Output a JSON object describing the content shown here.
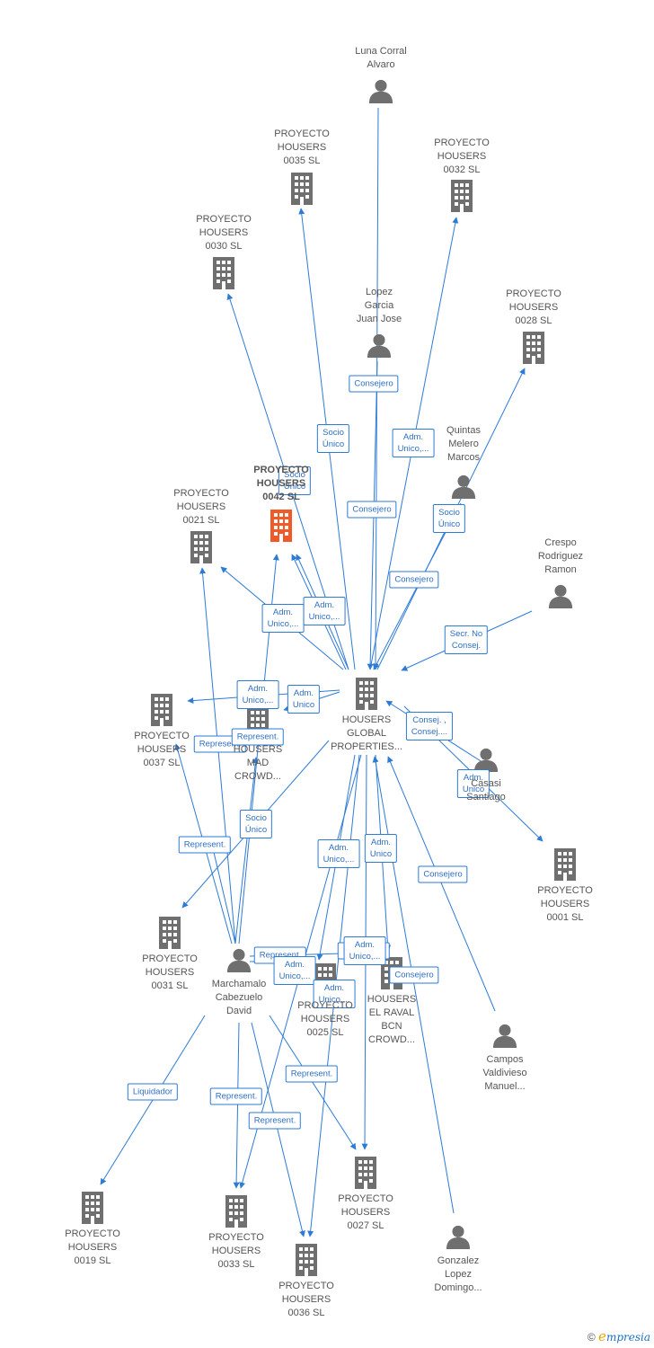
{
  "colors": {
    "edge": "#2e7bd6",
    "building": "#6f6f6f",
    "highlight": "#f05a28",
    "person": "#6f6f6f"
  },
  "nodes": [
    {
      "id": "luna",
      "type": "person",
      "label": "Luna Corral\nAlvaro"
    },
    {
      "id": "p35",
      "type": "building",
      "label": "PROYECTO\nHOUSERS\n0035  SL"
    },
    {
      "id": "p32",
      "type": "building",
      "label": "PROYECTO\nHOUSERS\n0032  SL"
    },
    {
      "id": "p30",
      "type": "building",
      "label": "PROYECTO\nHOUSERS\n0030  SL"
    },
    {
      "id": "lopez",
      "type": "person",
      "label": "Lopez\nGarcia\nJuan Jose"
    },
    {
      "id": "p28",
      "type": "building",
      "label": "PROYECTO\nHOUSERS\n0028  SL"
    },
    {
      "id": "quintas",
      "type": "person",
      "label": "Quintas\nMelero\nMarcos"
    },
    {
      "id": "p42",
      "type": "building",
      "label": "PROYECTO\nHOUSERS\n0042  SL",
      "highlight": true
    },
    {
      "id": "p21",
      "type": "building",
      "label": "PROYECTO\nHOUSERS\n0021  SL"
    },
    {
      "id": "crespo",
      "type": "person",
      "label": "Crespo\nRodriguez\nRamon"
    },
    {
      "id": "hgp",
      "type": "building",
      "label": "HOUSERS\nGLOBAL\nPROPERTIES..."
    },
    {
      "id": "p37",
      "type": "building",
      "label": "PROYECTO\nHOUSERS\n0037  SL"
    },
    {
      "id": "mad",
      "type": "building",
      "label": "HOUSERS\nMAD\nCROWD..."
    },
    {
      "id": "casasi",
      "type": "person",
      "label": "Casasi\nSantiago"
    },
    {
      "id": "p01",
      "type": "building",
      "label": "PROYECTO\nHOUSERS\n0001  SL"
    },
    {
      "id": "p31",
      "type": "building",
      "label": "PROYECTO\nHOUSERS\n0031  SL"
    },
    {
      "id": "march",
      "type": "person",
      "label": "Marchamalo\nCabezuelo\nDavid"
    },
    {
      "id": "p25",
      "type": "building",
      "label": "PROYECTO\nHOUSERS\n0025  SL"
    },
    {
      "id": "raval",
      "type": "building",
      "label": "HOUSERS\nEL RAVAL\nBCN\nCROWD..."
    },
    {
      "id": "campos",
      "type": "person",
      "label": "Campos\nValdivieso\nManuel..."
    },
    {
      "id": "p27",
      "type": "building",
      "label": "PROYECTO\nHOUSERS\n0027  SL"
    },
    {
      "id": "p19",
      "type": "building",
      "label": "PROYECTO\nHOUSERS\n0019  SL"
    },
    {
      "id": "p33",
      "type": "building",
      "label": "PROYECTO\nHOUSERS\n0033  SL"
    },
    {
      "id": "gonzalez",
      "type": "person",
      "label": "Gonzalez\nLopez\nDomingo..."
    },
    {
      "id": "p36",
      "type": "building",
      "label": "PROYECTO\nHOUSERS\n0036  SL"
    }
  ],
  "edges": [
    {
      "from": "luna",
      "to": "hgp",
      "label": "Consejero"
    },
    {
      "from": "hgp",
      "to": "p35",
      "label": "Socio\nÚnico"
    },
    {
      "from": "hgp",
      "to": "p32",
      "label": "Adm.\nUnico,..."
    },
    {
      "from": "hgp",
      "to": "p30",
      "label": ""
    },
    {
      "from": "lopez",
      "to": "hgp",
      "label": "Consejero"
    },
    {
      "from": "hgp",
      "to": "p28",
      "label": "Socio\nÚnico"
    },
    {
      "from": "quintas",
      "to": "hgp",
      "label": "Consejero"
    },
    {
      "from": "hgp",
      "to": "p42",
      "label": "Socio\nÚnico"
    },
    {
      "from": "hgp",
      "to": "p21",
      "label": "Adm.\nUnico,..."
    },
    {
      "from": "hgp",
      "to": "p42",
      "label": "Adm.\nUnico,..."
    },
    {
      "from": "crespo",
      "to": "hgp",
      "label": "Secr.  No\nConsej."
    },
    {
      "from": "hgp",
      "to": "p37",
      "label": "Adm.\nUnico,..."
    },
    {
      "from": "hgp",
      "to": "mad",
      "label": "Adm.\nUnico"
    },
    {
      "from": "casasi",
      "to": "hgp",
      "label": "Consej. ,\nConsej...."
    },
    {
      "from": "hgp",
      "to": "p01",
      "label": "Adm.\nUnico"
    },
    {
      "from": "hgp",
      "to": "p31",
      "label": "Socio\nÚnico"
    },
    {
      "from": "march",
      "to": "p37",
      "label": "Represent."
    },
    {
      "from": "march",
      "to": "mad",
      "label": "Represent."
    },
    {
      "from": "march",
      "to": "p21",
      "label": ""
    },
    {
      "from": "march",
      "to": "p42",
      "label": ""
    },
    {
      "from": "march",
      "to": "p31",
      "label": "Represent."
    },
    {
      "from": "hgp",
      "to": "p25",
      "label": "Adm.\nUnico,..."
    },
    {
      "from": "hgp",
      "to": "raval",
      "label": "Adm.\nUnico"
    },
    {
      "from": "campos",
      "to": "hgp",
      "label": "Consejero"
    },
    {
      "from": "march",
      "to": "p25",
      "label": "Represent."
    },
    {
      "from": "march",
      "to": "raval",
      "label": "Represent."
    },
    {
      "from": "hgp",
      "to": "p27",
      "label": "Adm.\nUnico,..."
    },
    {
      "from": "march",
      "to": "p19",
      "label": "Liquidador"
    },
    {
      "from": "march",
      "to": "p33",
      "label": "Represent."
    },
    {
      "from": "march",
      "to": "p36",
      "label": "Represent."
    },
    {
      "from": "march",
      "to": "p27",
      "label": "Represent."
    },
    {
      "from": "hgp",
      "to": "p33",
      "label": "Adm.\nUnico,..."
    },
    {
      "from": "hgp",
      "to": "p36",
      "label": "Adm.\nUnico,..."
    },
    {
      "from": "gonzalez",
      "to": "hgp",
      "label": "Consejero"
    }
  ],
  "logo": {
    "symbol": "©",
    "brand_initial": "e",
    "brand_rest": "mpresia"
  }
}
